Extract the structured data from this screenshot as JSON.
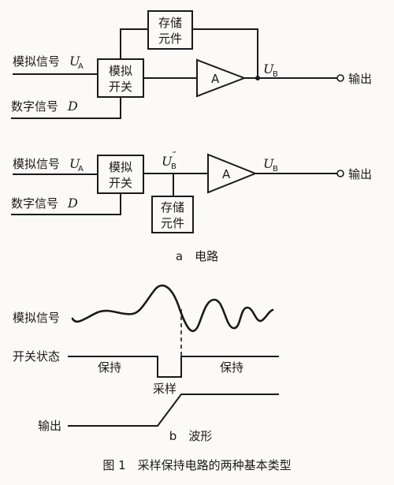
{
  "circuit1": {
    "analog_input_label": "模拟信号",
    "analog_input_symbol": "U",
    "analog_input_sub": "A",
    "digital_input_label": "数字信号",
    "digital_input_symbol": "D",
    "switch_line1": "模拟",
    "switch_line2": "开关",
    "amp_label": "A",
    "output_symbol": "U",
    "output_sub": "B",
    "output_label": "输出",
    "storage_line1": "存储",
    "storage_line2": "元件"
  },
  "circuit2": {
    "analog_input_label": "模拟信号",
    "analog_input_symbol": "U",
    "analog_input_sub": "A",
    "digital_input_label": "数字信号",
    "digital_input_symbol": "D",
    "switch_line1": "模拟",
    "switch_line2": "开关",
    "node_symbol": "U",
    "node_sub": "B",
    "node_sup": "″",
    "amp_label": "A",
    "output_symbol": "U",
    "output_sub": "B",
    "output_label": "输出",
    "storage_line1": "存储",
    "storage_line2": "元件"
  },
  "caption_a": "a　电路",
  "waveform": {
    "analog_label": "模拟信号",
    "switch_state_label": "开关状态",
    "hold_left": "保持",
    "hold_right": "保持",
    "sample_label": "采样",
    "output_label": "输出"
  },
  "caption_b": "b　波形",
  "figure_caption": "图 1　采样保持电路的两种基本类型"
}
